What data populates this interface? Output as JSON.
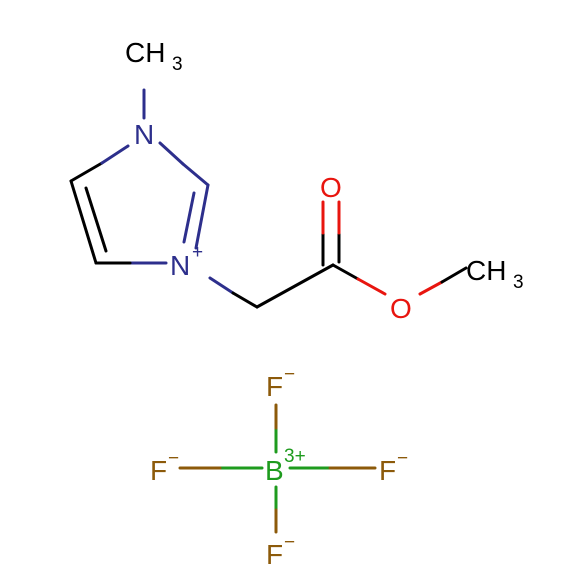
{
  "molecule": {
    "methyl_top": {
      "atom": "CH",
      "sub": "3"
    },
    "n1": {
      "atom": "N"
    },
    "n3": {
      "atom": "N",
      "charge": "+"
    },
    "o_carbonyl": {
      "atom": "O"
    },
    "o_ester": {
      "atom": "O"
    },
    "methyl_ester": {
      "atom": "CH",
      "sub": "3"
    }
  },
  "counterion": {
    "boron": {
      "atom": "B",
      "charge": "3+"
    },
    "f_top": {
      "atom": "F",
      "charge": "−"
    },
    "f_left": {
      "atom": "F",
      "charge": "−"
    },
    "f_right": {
      "atom": "F",
      "charge": "−"
    },
    "f_bottom": {
      "atom": "F",
      "charge": "−"
    }
  },
  "colors": {
    "carbon_bond": "#000000",
    "nitrogen": "#2d2f8c",
    "oxygen": "#e8150f",
    "boron": "#1e9b1e",
    "fluorine": "#8c5a0a"
  }
}
